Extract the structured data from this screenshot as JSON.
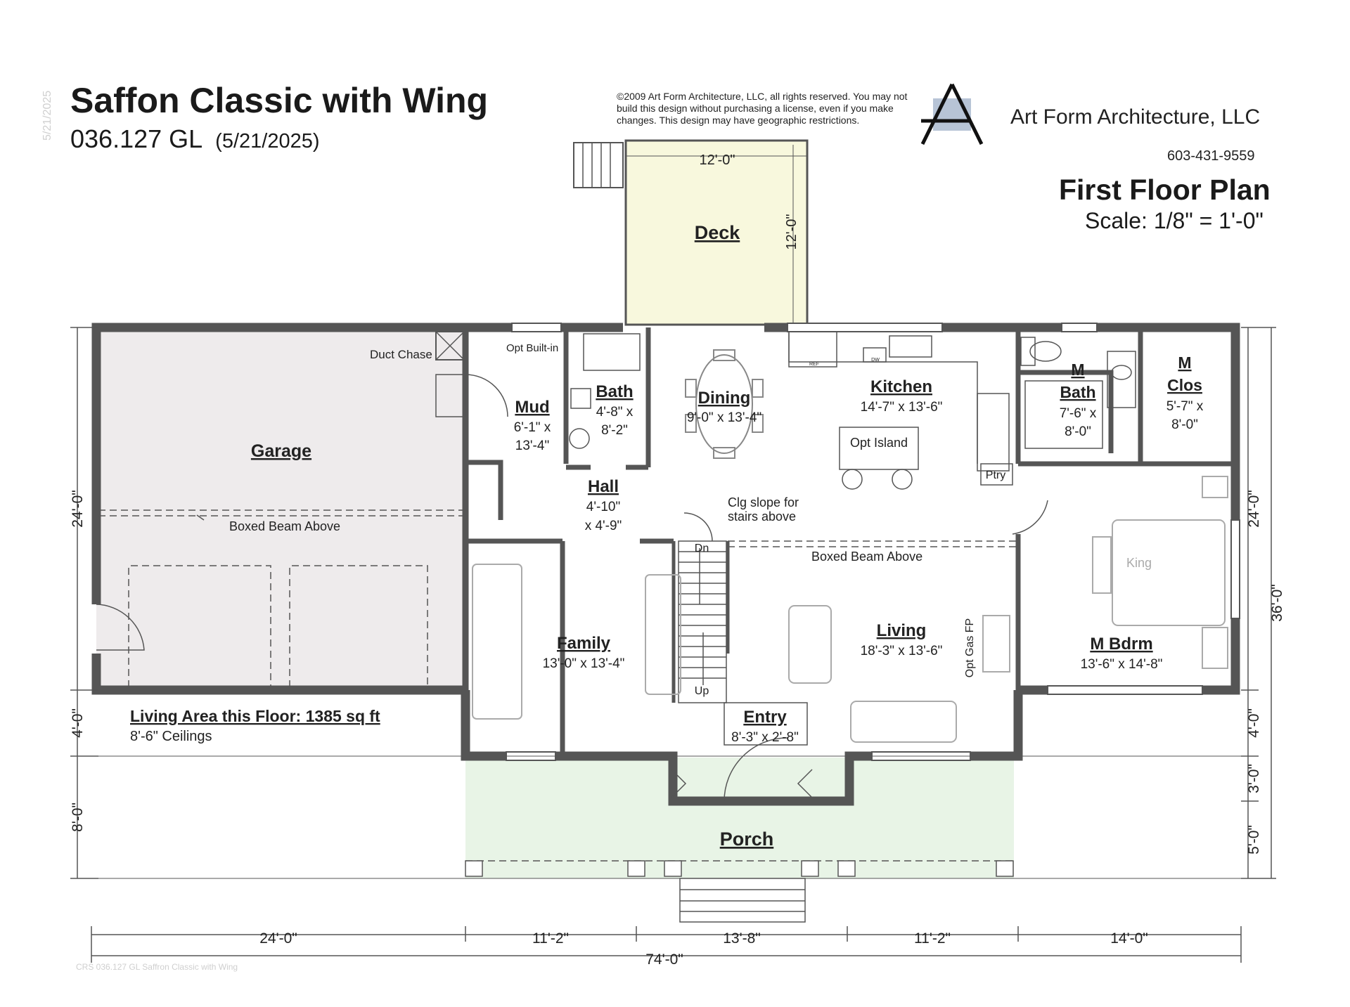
{
  "header": {
    "date_vertical": "5/21/2025",
    "title": "Saffon Classic with Wing",
    "plan_number": "036.127 GL",
    "plan_date": "(5/21/2025)",
    "copyright": "©2009 Art Form Architecture, LLC, all rights reserved. You may not build this design without purchasing a license, even if you make changes. This design may have geographic restrictions.",
    "firm_name": "Art Form Architecture, LLC",
    "phone": "603-431-9559",
    "sheet_title": "First Floor Plan",
    "scale": "Scale: 1/8\" = 1'-0\""
  },
  "rooms": {
    "deck": {
      "name": "Deck",
      "dim_w": "12'-0\"",
      "dim_h": "12'-0\""
    },
    "garage": {
      "name": "Garage",
      "beam": "Boxed Beam Above",
      "duct": "Duct Chase",
      "builtin": "Opt Built-in"
    },
    "mud": {
      "name": "Mud",
      "dim1": "6'-1\" x",
      "dim2": "13'-4\""
    },
    "bath": {
      "name": "Bath",
      "dim1": "4'-8\" x",
      "dim2": "8'-2\""
    },
    "hall": {
      "name": "Hall",
      "dim1": "4'-10\"",
      "dim2": "x 4'-9\""
    },
    "dining": {
      "name": "Dining",
      "dim": "9'-0\" x 13'-4\""
    },
    "kitchen": {
      "name": "Kitchen",
      "dim": "14'-7\" x 13'-6\"",
      "island": "Opt Island",
      "pantry": "Ptry",
      "ref": "REF",
      "dw": "DW"
    },
    "mbath": {
      "name1": "M",
      "name2": "Bath",
      "dim1": "7'-6\" x",
      "dim2": "8'-0\""
    },
    "mclos": {
      "name1": "M",
      "name2": "Clos",
      "dim1": "5'-7\" x",
      "dim2": "8'-0\""
    },
    "stairs": {
      "note1": "Clg slope for",
      "note2": "stairs above",
      "dn": "Dn",
      "up": "Up",
      "beam": "Boxed Beam Above"
    },
    "family": {
      "name": "Family",
      "dim": "13'-0\" x 13'-4\""
    },
    "living": {
      "name": "Living",
      "dim": "18'-3\" x 13'-6\"",
      "fp": "Opt Gas FP"
    },
    "mbdrm": {
      "name": "M Bdrm",
      "dim": "13'-6\" x 14'-8\"",
      "bed": "King"
    },
    "entry": {
      "name": "Entry",
      "dim": "8'-3\" x 2'-8\""
    },
    "porch": {
      "name": "Porch"
    }
  },
  "notes": {
    "living_area": "Living Area this Floor: 1385 sq ft",
    "ceilings": "8'-6\" Ceilings"
  },
  "dimensions": {
    "bottom": [
      "24'-0\"",
      "11'-2\"",
      "13'-8\"",
      "11'-2\"",
      "14'-0\""
    ],
    "total": "74'-0\"",
    "left": [
      "24'-0\"",
      "4'-0\"",
      "8'-0\""
    ],
    "right_inner": [
      "24'-0\"",
      "4'-0\"",
      "3'-0\"",
      "5'-0\""
    ],
    "right_outer": "36'-0\""
  },
  "footer": "CRS 036.127 GL Saffron Classic with Wing",
  "colors": {
    "wall": "#555555",
    "garage_fill": "#eeebec",
    "deck_fill": "#f8f8dd",
    "porch_fill": "#e8f4e6",
    "logo_accent": "#b7c4d6"
  }
}
